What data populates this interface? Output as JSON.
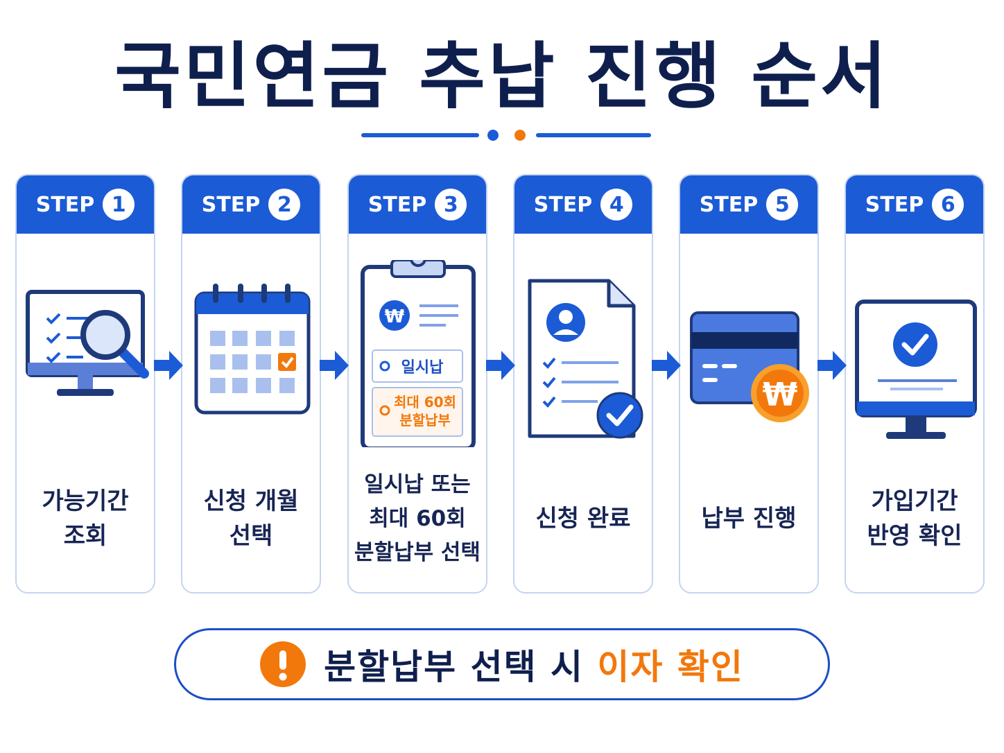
{
  "title": "국민연금 추납 진행 순서",
  "colors": {
    "primary": "#1b5bd6",
    "navy": "#0f1f4d",
    "accent": "#f2780c",
    "light": "#c4d4f2"
  },
  "step_word": "STEP",
  "steps": [
    {
      "num": "1",
      "label": "가능기간\n조회",
      "icon": "monitor-search-icon"
    },
    {
      "num": "2",
      "label": "신청 개월\n선택",
      "icon": "calendar-check-icon"
    },
    {
      "num": "3",
      "label": "일시납 또는\n최대 60회\n분할납부 선택",
      "icon": "clipboard-options-icon",
      "options": [
        {
          "text": "일시납"
        },
        {
          "line1": "최대 60회",
          "line2": "분할납부"
        }
      ],
      "currency": "₩"
    },
    {
      "num": "4",
      "label": "신청 완료",
      "icon": "document-approved-icon"
    },
    {
      "num": "5",
      "label": "납부 진행",
      "icon": "card-payment-icon",
      "currency": "₩"
    },
    {
      "num": "6",
      "label": "가입기간\n반영 확인",
      "icon": "monitor-check-icon"
    }
  ],
  "notice": {
    "text_main": "분할납부 선택 시 ",
    "text_highlight": "이자 확인",
    "icon": "exclamation-icon"
  }
}
